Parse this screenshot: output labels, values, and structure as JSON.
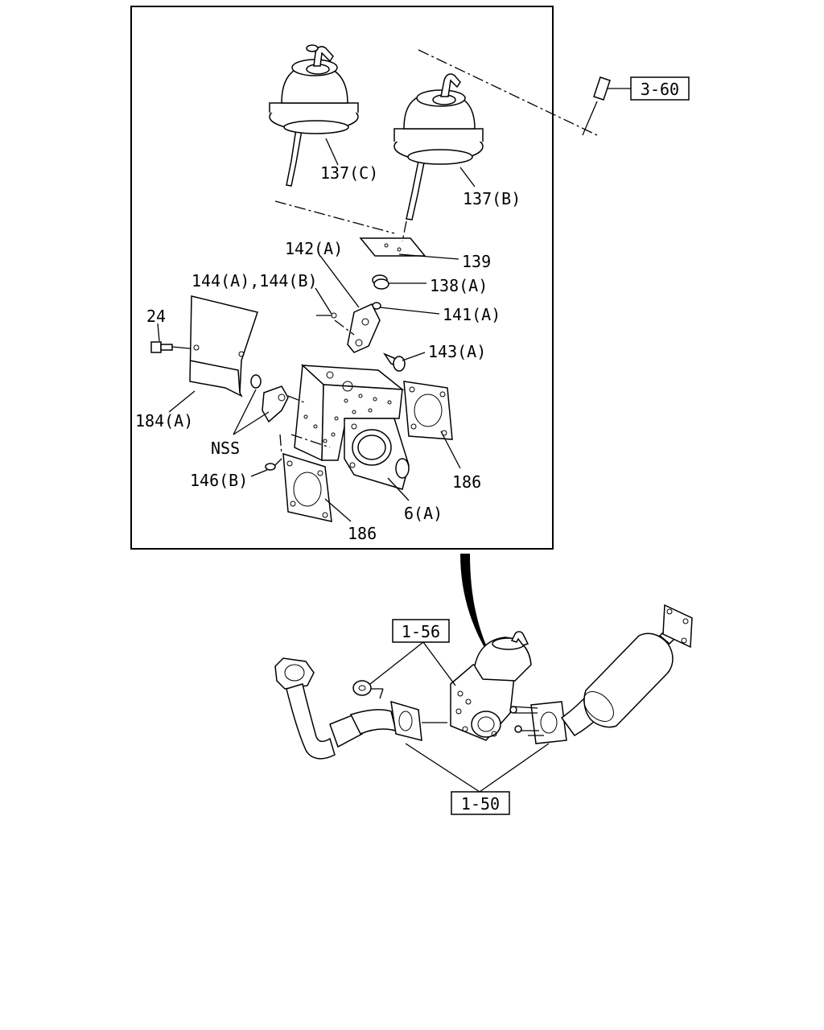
{
  "labels": {
    "p137c": "137(C)",
    "p137b": "137(B)",
    "p139": "139",
    "p142a": "142(A)",
    "p138a": "138(A)",
    "p141a": "141(A)",
    "p144": "144(A),144(B)",
    "p143a": "143(A)",
    "p24": "24",
    "p184a": "184(A)",
    "nss": "NSS",
    "p146b": "146(B)",
    "p186_left": "186",
    "p186_right": "186",
    "p6a": "6(A)"
  },
  "refs": {
    "r360": "3-60",
    "r156": "1-56",
    "r150": "1-50"
  }
}
